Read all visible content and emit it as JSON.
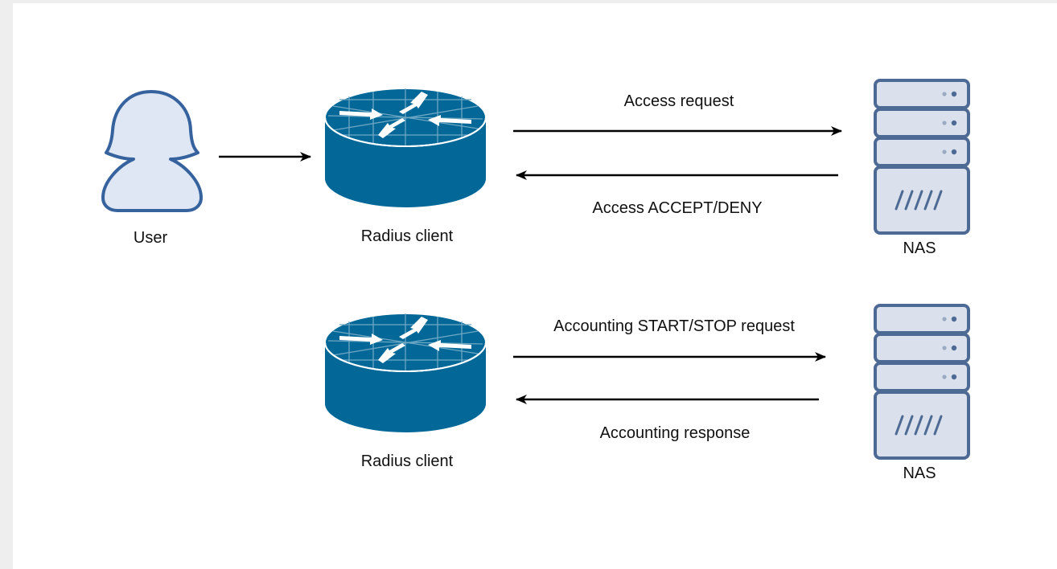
{
  "nodes": {
    "user": {
      "label": "User",
      "icon": "user-icon"
    },
    "radius_client_1": {
      "label": "Radius client",
      "icon": "router-icon"
    },
    "radius_client_2": {
      "label": "Radius client",
      "icon": "router-icon"
    },
    "nas_1": {
      "label": "NAS",
      "icon": "server-icon"
    },
    "nas_2": {
      "label": "NAS",
      "icon": "server-icon"
    }
  },
  "edges": {
    "user_to_client": {
      "label": ""
    },
    "access_request": {
      "label": "Access request"
    },
    "access_response": {
      "label": "Access ACCEPT/DENY"
    },
    "accounting_request": {
      "label": "Accounting START/STOP request"
    },
    "accounting_response": {
      "label": "Accounting response"
    }
  },
  "colors": {
    "router_blue": "#036897",
    "server_fill": "#dae1ec",
    "server_stroke": "#4d6a94",
    "user_fill": "#dfe7f5",
    "user_stroke": "#36629d",
    "arrow": "#000000"
  }
}
